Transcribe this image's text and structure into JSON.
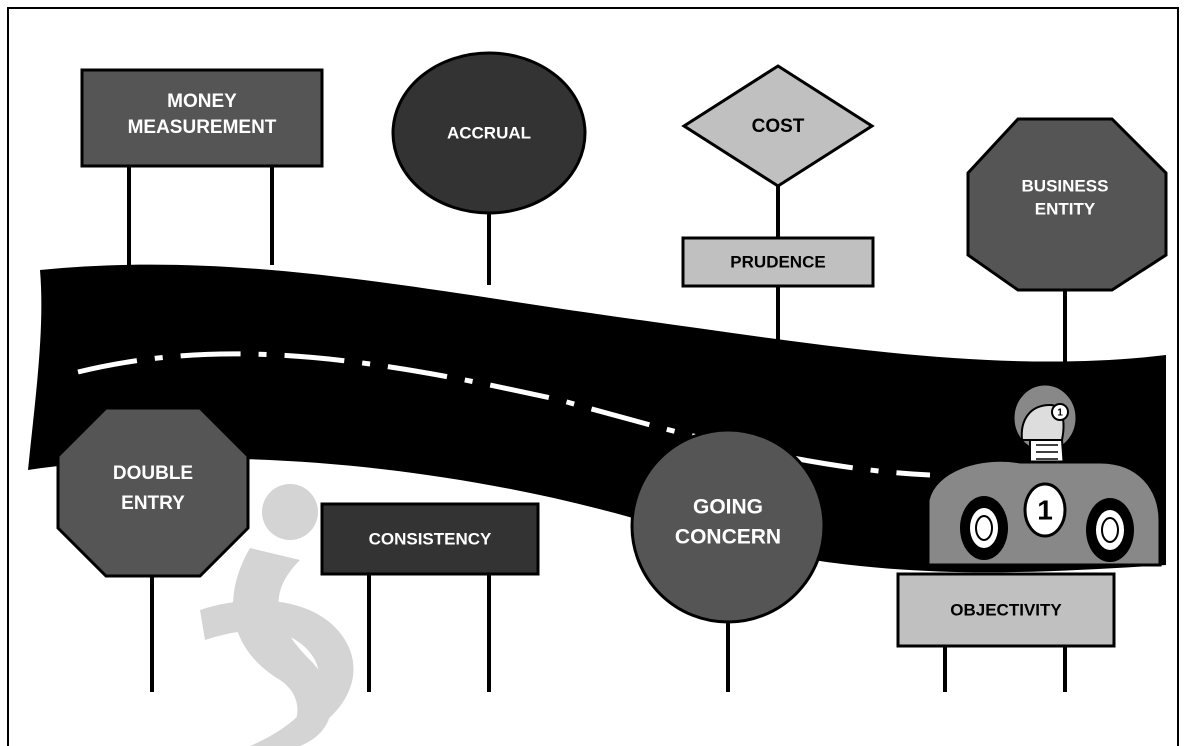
{
  "signs": {
    "money_measurement": {
      "line1": "MONEY",
      "line2": "MEASUREMENT"
    },
    "accrual": {
      "label": "ACCRUAL"
    },
    "cost": {
      "label": "COST"
    },
    "prudence": {
      "label": "PRUDENCE"
    },
    "business_entity": {
      "line1": "BUSINESS",
      "line2": "ENTITY"
    },
    "double_entry": {
      "line1": "DOUBLE",
      "line2": "ENTRY"
    },
    "consistency": {
      "label": "CONSISTENCY"
    },
    "going_concern": {
      "line1": "GOING",
      "line2": "CONCERN"
    },
    "objectivity": {
      "label": "OBJECTIVITY"
    }
  },
  "car": {
    "number": "1",
    "helmet_number": "1"
  },
  "colors": {
    "road": "#000000",
    "sign_dark": "#333333",
    "sign_mid": "#555555",
    "sign_light": "#c0c0c0",
    "post": "#000000",
    "car_body": "#888888",
    "watermark": "#d4d4d4"
  }
}
